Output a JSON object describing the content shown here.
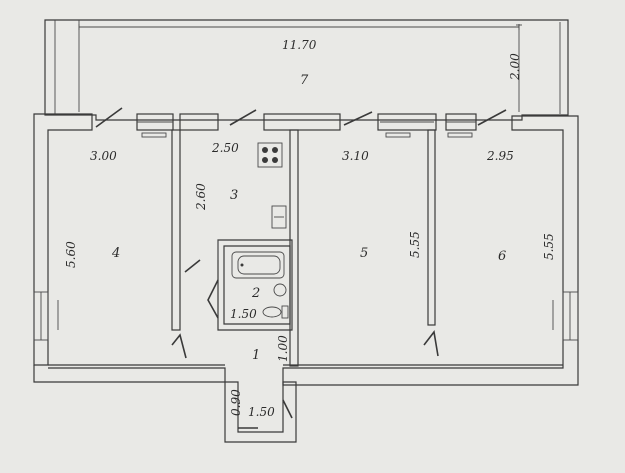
{
  "rooms": {
    "r1": "1",
    "r2": "2",
    "r3": "3",
    "r4": "4",
    "r5": "5",
    "r6": "6",
    "r7": "7"
  },
  "dimensions": {
    "balcony_width": "11.70",
    "balcony_depth": "2.00",
    "room4_width": "3.00",
    "room4_length": "5.60",
    "kitchen_width": "2.50",
    "kitchen_length": "2.60",
    "room5_width": "3.10",
    "room5_length": "5.55",
    "room6_width": "2.95",
    "room6_length": "5.55",
    "bath_width": "1.50",
    "hall_length": "1.00",
    "vestibule_length": "0.90",
    "vestibule_width": "1.50"
  },
  "fixtures": [
    "stove-icon",
    "sink-icon",
    "bathtub-icon",
    "washbasin-icon",
    "toilet-icon",
    "radiator-icon"
  ]
}
